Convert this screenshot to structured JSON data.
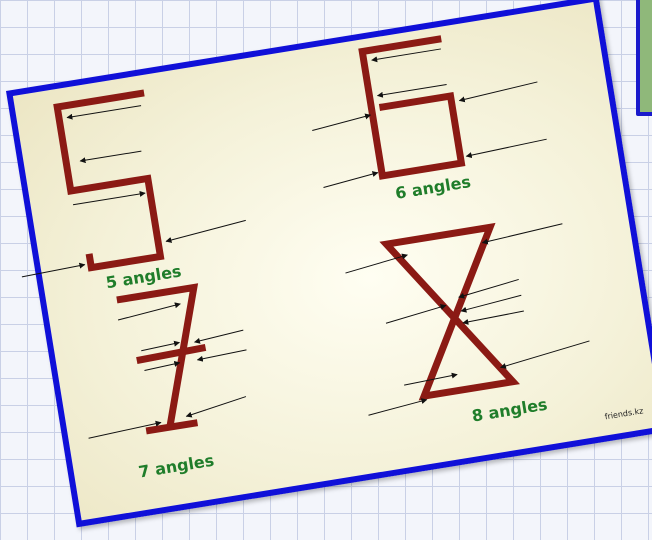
{
  "colors": {
    "digit_stroke": "#8b1a14",
    "label_text": "#1f7d2a",
    "frame": "#1010d8",
    "grid_line": "#c9d0e6"
  },
  "labels": {
    "five": "5 angles",
    "six": "6 angles",
    "seven": "7 angles",
    "eight": "8 angles"
  },
  "credit": "friends.kz"
}
